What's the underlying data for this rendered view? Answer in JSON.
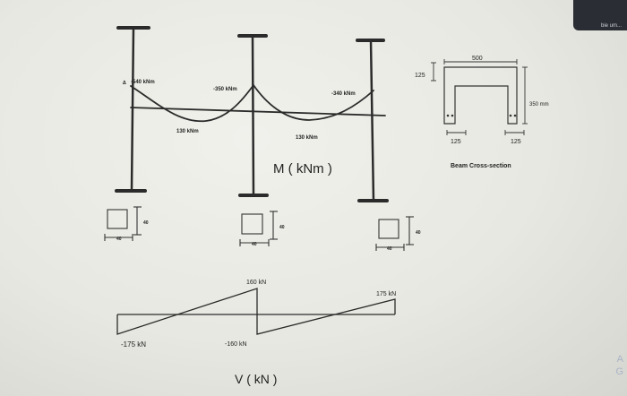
{
  "moment": {
    "left_end": "-540 kNm",
    "left_end_symbol": "∆",
    "mid_support": "-350 kNm",
    "right_end": "-340 kNm",
    "span1_mid": "130 kNm",
    "span2_mid": "130 kNm",
    "title": "M ( kNm )"
  },
  "cross_section": {
    "width": "500",
    "flange": "125",
    "depth": "350 mm",
    "web_left": "125",
    "web_right": "125",
    "title": "Beam Cross-section"
  },
  "column_detail": {
    "depth": "40",
    "width": "40"
  },
  "shear": {
    "left_min": "-175 kN",
    "mid_max": "160 kN",
    "mid_min": "-160 kN",
    "right_max": "175 kN",
    "title": "V ( kN )"
  },
  "corner": {
    "top_right": "bie um...",
    "bottom_right_1": "A",
    "bottom_right_2": "G"
  }
}
